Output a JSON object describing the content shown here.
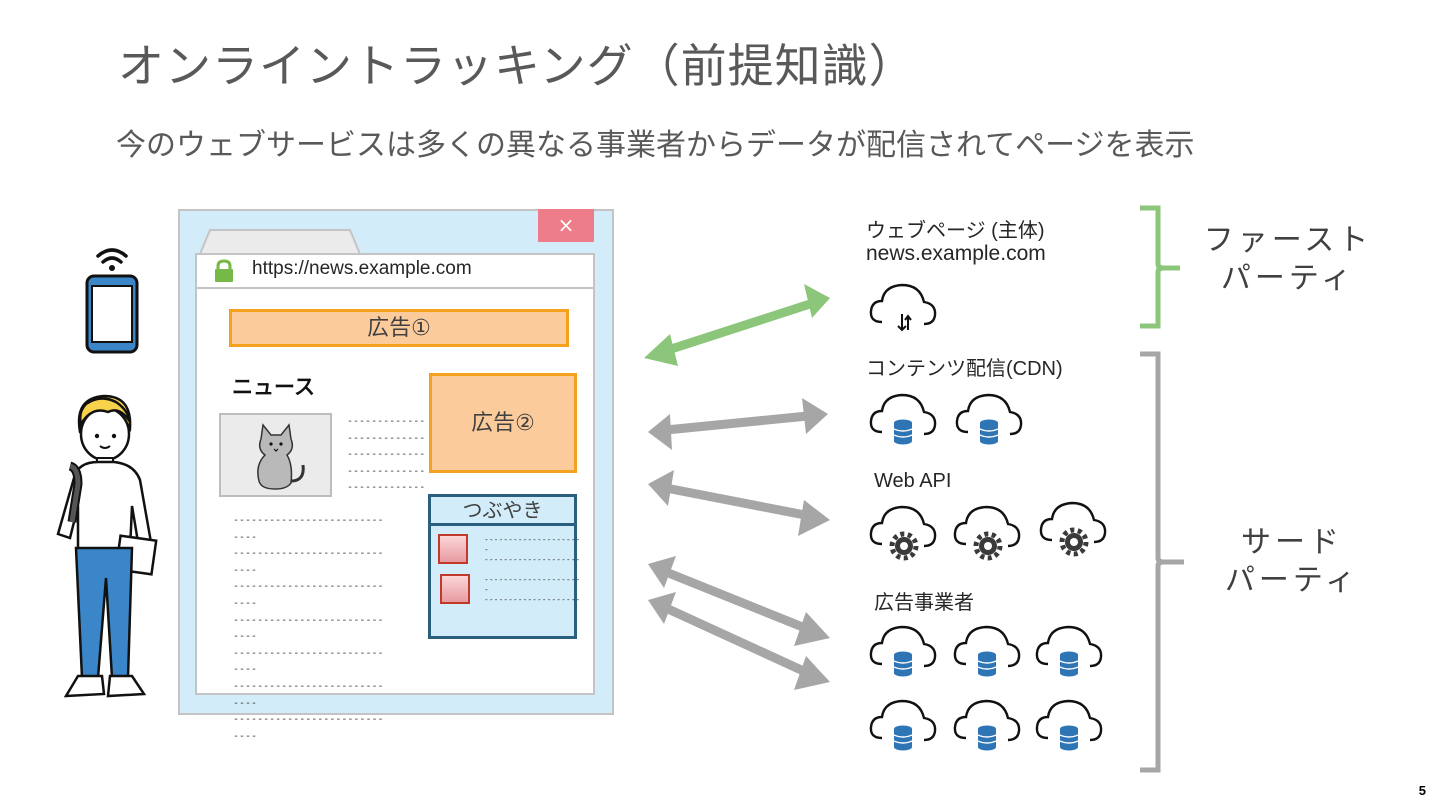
{
  "title": "オンライントラッキング（前提知識）",
  "subtitle": "今のウェブサービスは多くの異なる事業者からデータが配信されてページを表示",
  "page_number": "5",
  "browser": {
    "close_glyph": "×",
    "url": "https://news.example.com",
    "ad1": "広告①",
    "ad2": "広告②",
    "news_heading": "ニュース",
    "tweet_heading": "つぶやき"
  },
  "servers": {
    "first_party_label": "ウェブページ (主体)",
    "first_party_domain": "news.example.com",
    "cdn_label": "コンテンツ配信(CDN)",
    "api_label": "Web API",
    "ads_label": "広告事業者"
  },
  "groups": {
    "first_party": [
      "ファースト",
      "パーティ"
    ],
    "third_party": [
      "サード",
      "パーティ"
    ]
  },
  "colors": {
    "first_party_accent": "#8cc67a",
    "third_party_accent": "#a6a6a6",
    "ad_fill": "#fccb9c",
    "ad_border": "#f4a11d",
    "browser_bg": "#d3ecfa",
    "db_blue": "#2e75b6"
  }
}
